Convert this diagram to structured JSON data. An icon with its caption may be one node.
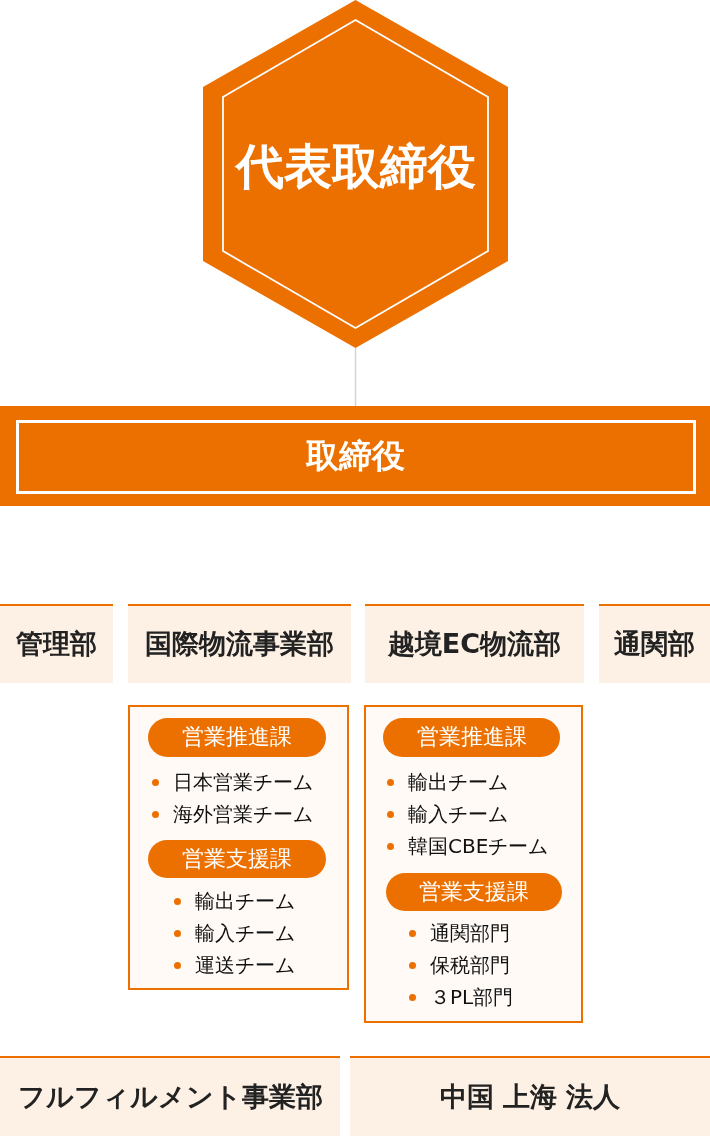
{
  "diagram": {
    "nodes": [
      {
        "text": [
          "代表取締役"
        ]
      },
      {
        "text": [
          "取締役"
        ]
      },
      {
        "text": [
          "管理部"
        ]
      },
      {
        "text": [
          "国際物流事業部"
        ]
      },
      {
        "text": [
          "越境EC物流部"
        ]
      },
      {
        "text": [
          "通関部"
        ]
      },
      {
        "text": [],
        "shape": "box"
      },
      {
        "text": [
          "営業推進課"
        ],
        "in": 6,
        "beside": [
          "日本営業チーム",
          "海外営業チーム"
        ]
      },
      {
        "text": [
          "営業支援課"
        ],
        "in": 6,
        "beside": [
          "輸出チーム",
          "輸入チーム",
          "運送チーム"
        ]
      },
      {
        "text": [],
        "shape": "box"
      },
      {
        "text": [
          "営業推進課"
        ],
        "in": 9,
        "beside": [
          "輸出チーム",
          "輸入チーム",
          "韓国CBEチーム"
        ]
      },
      {
        "text": [
          "営業支援課"
        ],
        "in": 9,
        "beside": [
          "通関部門",
          "保税部門",
          "３PL部門"
        ]
      },
      {
        "text": [
          "フルフィルメント事業部"
        ]
      },
      {
        "text": [
          "中国 上海 法人"
        ]
      }
    ],
    "edges": [
      {
        "from": 0,
        "to": 1,
        "arrow": "none"
      }
    ]
  }
}
